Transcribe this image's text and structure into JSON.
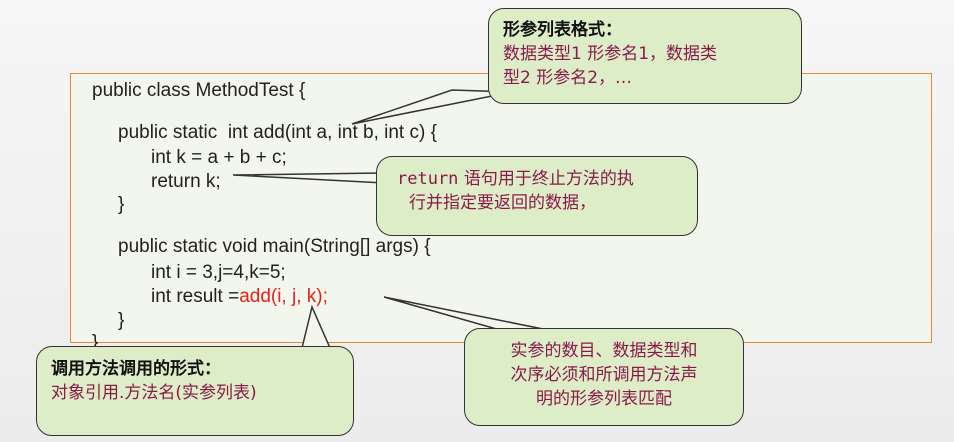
{
  "code": {
    "line1": "public class MethodTest {",
    "line2": "public static  int add(int a, int b, int c) {",
    "line3": "int k = a + b + c;",
    "line4": "return k;",
    "line5": "}",
    "line6": "public static void main(String[] args) {",
    "line7": "int i = 3,j=4,k=5;",
    "line8_prefix": "int result =",
    "line8_call": "add(i, j, k);",
    "line9": "}",
    "line10": "}"
  },
  "callouts": {
    "params": {
      "title": "形参列表格式：",
      "body_line1": "数据类型1  形参名1，数据类",
      "body_line2": "型2  形参名2，…"
    },
    "return": {
      "keyword": "return",
      "line1": " 语句用于终止方法的执",
      "line2": "行并指定要返回的数据，"
    },
    "invoke": {
      "title": "调用方法调用的形式：",
      "body": "对象引用.方法名(实参列表)"
    },
    "args": {
      "line1": "实参的数目、数据类型和",
      "line2": "次序必须和所调用方法声",
      "line3": "明的形参列表匹配"
    }
  },
  "colors": {
    "code_bg": "#f3f6ec",
    "code_border": "#e8873a",
    "callout_bg": "#dcedc8",
    "callout_text": "#8b1a4a",
    "highlight_red": "#e8211b"
  }
}
